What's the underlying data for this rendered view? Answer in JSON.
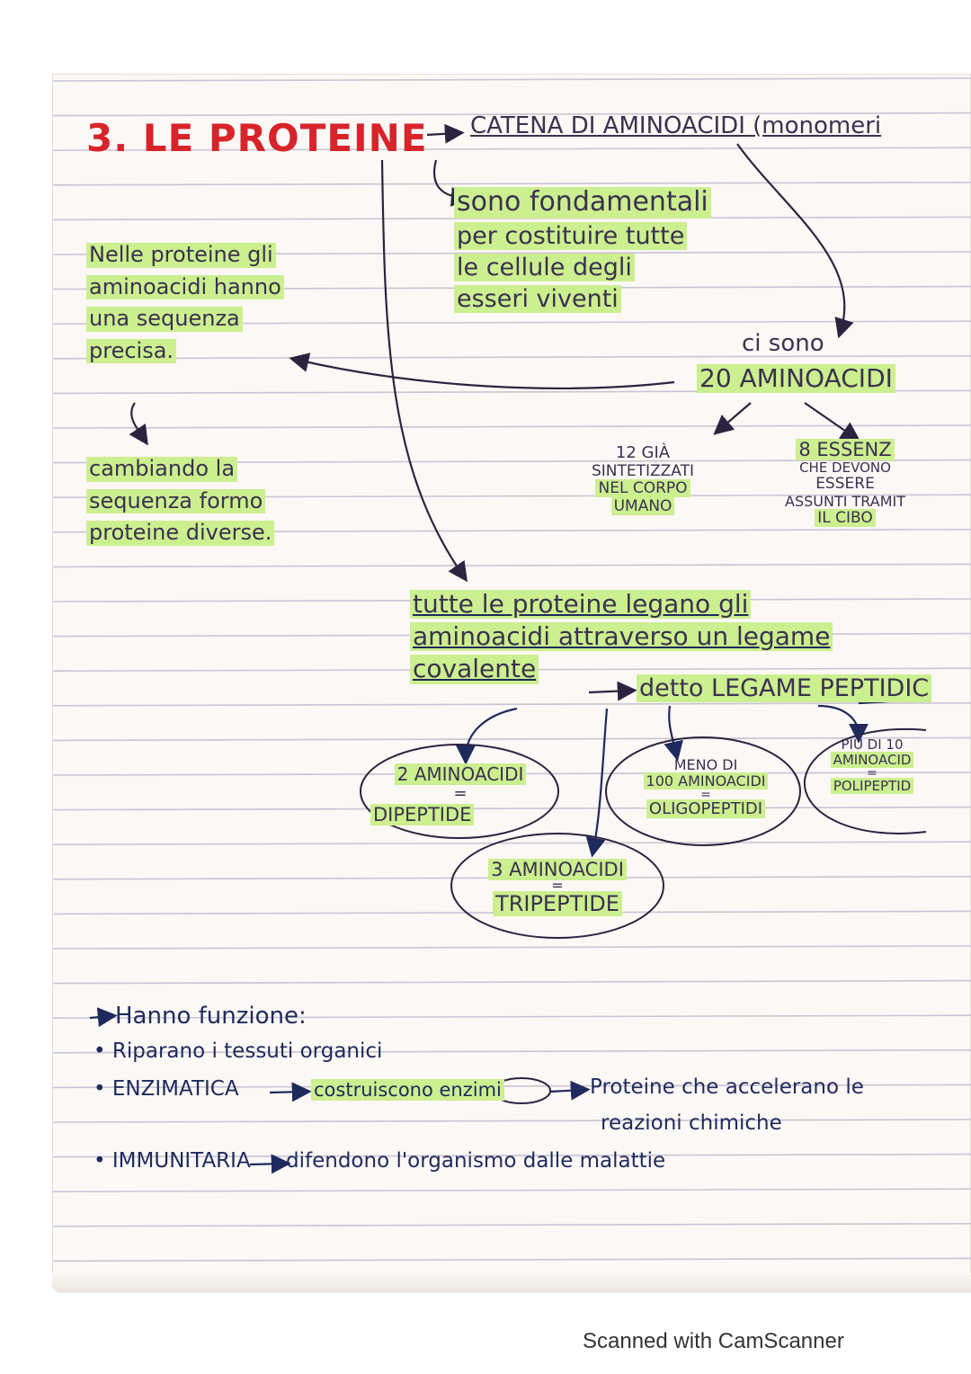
{
  "notes": {
    "title": "3. LE PROTEINE",
    "definition": "CATENA DI AMINOACIDI (monomeri",
    "purpose": [
      "sono fondamentali",
      "per costituire tutte",
      "le cellule degli",
      "esseri viventi"
    ],
    "sequence_note": [
      "Nelle proteine gli",
      "aminoacidi hanno",
      "una sequenza",
      "precisa."
    ],
    "changing_note": [
      "cambiando la",
      "sequenza formo",
      "proteine diverse."
    ],
    "count_intro": "ci sono",
    "count": "20 AMINOACIDI",
    "synthesized": [
      "12 GIÀ",
      "SINTETIZZATI",
      "NEL CORPO",
      "UMANO"
    ],
    "essential": [
      "8 ESSENZ",
      "CHE DEVONO",
      "ESSERE",
      "ASSUNTI TRAMIT",
      "IL CIBO"
    ],
    "bond_text": [
      "tutte le proteine legano gli",
      "aminoacidi attraverso un legame",
      "covalente"
    ],
    "bond_name": "detto LEGAME PEPTIDIC",
    "groups": [
      {
        "top": "2 AMINOACIDI",
        "eq": "=",
        "bottom": "DIPEPTIDE"
      },
      {
        "top": "3 AMINOACIDI",
        "eq": "=",
        "bottom": "TRIPEPTIDE"
      },
      {
        "top": "MENO DI",
        "top2": "100 AMINOACIDI",
        "eq": "=",
        "bottom": "OLIGOPEPTIDI"
      },
      {
        "top": "PIÙ DI 10",
        "top2": "AMINOACID",
        "eq": "=",
        "bottom": "POLIPEPTID"
      }
    ],
    "functions_title": "Hanno funzione:",
    "functions": [
      {
        "label": "Riparano i tessuti organici"
      },
      {
        "label": "ENZIMATICA",
        "detail": "costruiscono enzimi",
        "detail2": "Proteine che accelerano le",
        "detail3": "reazioni chimiche"
      },
      {
        "label": "IMMUNITARIA",
        "detail": "difendono l'organismo dalle malattie"
      }
    ]
  },
  "footer": "Scanned with CamScanner",
  "colors": {
    "highlight": "#ccef8f",
    "title_red": "#d8232a",
    "ink": "#3a2e4a",
    "navy": "#1f2a5c",
    "ruled_line": "#c9c4d2"
  }
}
